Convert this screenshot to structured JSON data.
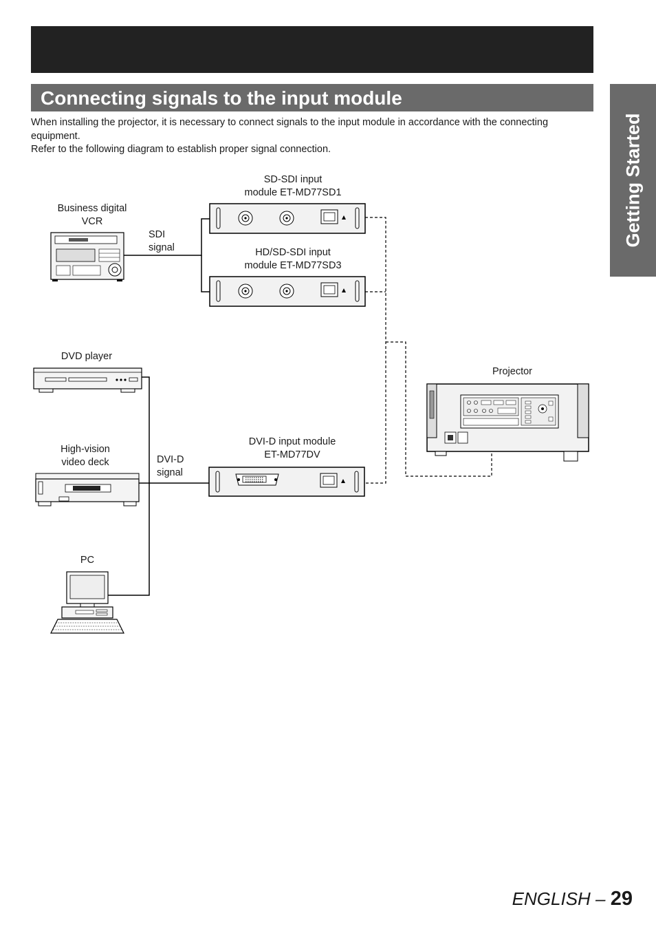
{
  "side_tab": {
    "label": "Getting Started"
  },
  "section": {
    "title": "Connecting signals to the input module"
  },
  "intro": {
    "paragraph1": "When installing the projector, it is necessary to connect signals to the input module in accordance with the connecting equipment.",
    "paragraph2": "Refer to the following diagram to establish proper signal connection."
  },
  "diagram": {
    "sd_sdi_module": {
      "line1": "SD-SDI input",
      "line2": "module ET-MD77SD1"
    },
    "hd_sdi_module": {
      "line1": "HD/SD-SDI input",
      "line2": "module ET-MD77SD3"
    },
    "dvi_module": {
      "line1": "DVI-D input module",
      "line2": "ET-MD77DV"
    },
    "vcr": {
      "line1": "Business digital",
      "line2": "VCR"
    },
    "sdi_signal": {
      "line1": "SDI",
      "line2": "signal"
    },
    "dvd_player": {
      "label": "DVD player"
    },
    "hv_deck": {
      "line1": "High-vision",
      "line2": "video deck"
    },
    "dvi_signal": {
      "line1": "DVI-D",
      "line2": "signal"
    },
    "pc": {
      "label": "PC"
    },
    "projector": {
      "label": "Projector"
    }
  },
  "footer": {
    "language": "ENGLISH – ",
    "page": "29"
  }
}
